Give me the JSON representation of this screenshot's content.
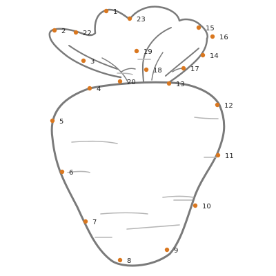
{
  "puzzle": {
    "dot_color": "#d9771f",
    "line_color": "#7a7a7a",
    "dots": [
      {
        "number": "1"
      },
      {
        "number": "2"
      },
      {
        "number": "3"
      },
      {
        "number": "4"
      },
      {
        "number": "5"
      },
      {
        "number": "6"
      },
      {
        "number": "7"
      },
      {
        "number": "8"
      },
      {
        "number": "9"
      },
      {
        "number": "10"
      },
      {
        "number": "11"
      },
      {
        "number": "12"
      },
      {
        "number": "13"
      },
      {
        "number": "14"
      },
      {
        "number": "15"
      },
      {
        "number": "16"
      },
      {
        "number": "17"
      },
      {
        "number": "18"
      },
      {
        "number": "19"
      },
      {
        "number": "20"
      },
      {
        "number": "22"
      },
      {
        "number": "23"
      }
    ]
  }
}
